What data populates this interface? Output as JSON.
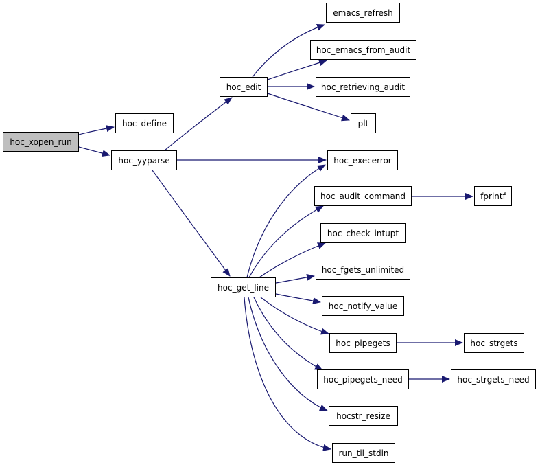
{
  "diagram": {
    "edge_color": "#191970",
    "root_fill": "#bfbfbf",
    "nodes": {
      "hoc_xopen_run": "hoc_xopen_run",
      "hoc_define": "hoc_define",
      "hoc_yyparse": "hoc_yyparse",
      "hoc_edit": "hoc_edit",
      "emacs_refresh": "emacs_refresh",
      "hoc_emacs_from_audit": "hoc_emacs_from_audit",
      "hoc_retrieving_audit": "hoc_retrieving_audit",
      "plt": "plt",
      "hoc_execerror": "hoc_execerror",
      "hoc_get_line": "hoc_get_line",
      "hoc_audit_command": "hoc_audit_command",
      "fprintf": "fprintf",
      "hoc_check_intupt": "hoc_check_intupt",
      "hoc_fgets_unlimited": "hoc_fgets_unlimited",
      "hoc_notify_value": "hoc_notify_value",
      "hoc_pipegets": "hoc_pipegets",
      "hoc_strgets": "hoc_strgets",
      "hoc_pipegets_need": "hoc_pipegets_need",
      "hoc_strgets_need": "hoc_strgets_need",
      "hocstr_resize": "hocstr_resize",
      "run_til_stdin": "run_til_stdin"
    },
    "edges": [
      [
        "hoc_xopen_run",
        "hoc_define"
      ],
      [
        "hoc_xopen_run",
        "hoc_yyparse"
      ],
      [
        "hoc_yyparse",
        "hoc_edit"
      ],
      [
        "hoc_yyparse",
        "hoc_execerror"
      ],
      [
        "hoc_yyparse",
        "hoc_get_line"
      ],
      [
        "hoc_edit",
        "emacs_refresh"
      ],
      [
        "hoc_edit",
        "hoc_emacs_from_audit"
      ],
      [
        "hoc_edit",
        "hoc_retrieving_audit"
      ],
      [
        "hoc_edit",
        "plt"
      ],
      [
        "hoc_get_line",
        "hoc_execerror"
      ],
      [
        "hoc_get_line",
        "hoc_audit_command"
      ],
      [
        "hoc_get_line",
        "hoc_check_intupt"
      ],
      [
        "hoc_get_line",
        "hoc_fgets_unlimited"
      ],
      [
        "hoc_get_line",
        "hoc_notify_value"
      ],
      [
        "hoc_get_line",
        "hoc_pipegets"
      ],
      [
        "hoc_get_line",
        "hoc_pipegets_need"
      ],
      [
        "hoc_get_line",
        "hocstr_resize"
      ],
      [
        "hoc_get_line",
        "run_til_stdin"
      ],
      [
        "hoc_audit_command",
        "fprintf"
      ],
      [
        "hoc_pipegets",
        "hoc_strgets"
      ],
      [
        "hoc_pipegets_need",
        "hoc_strgets_need"
      ]
    ]
  }
}
